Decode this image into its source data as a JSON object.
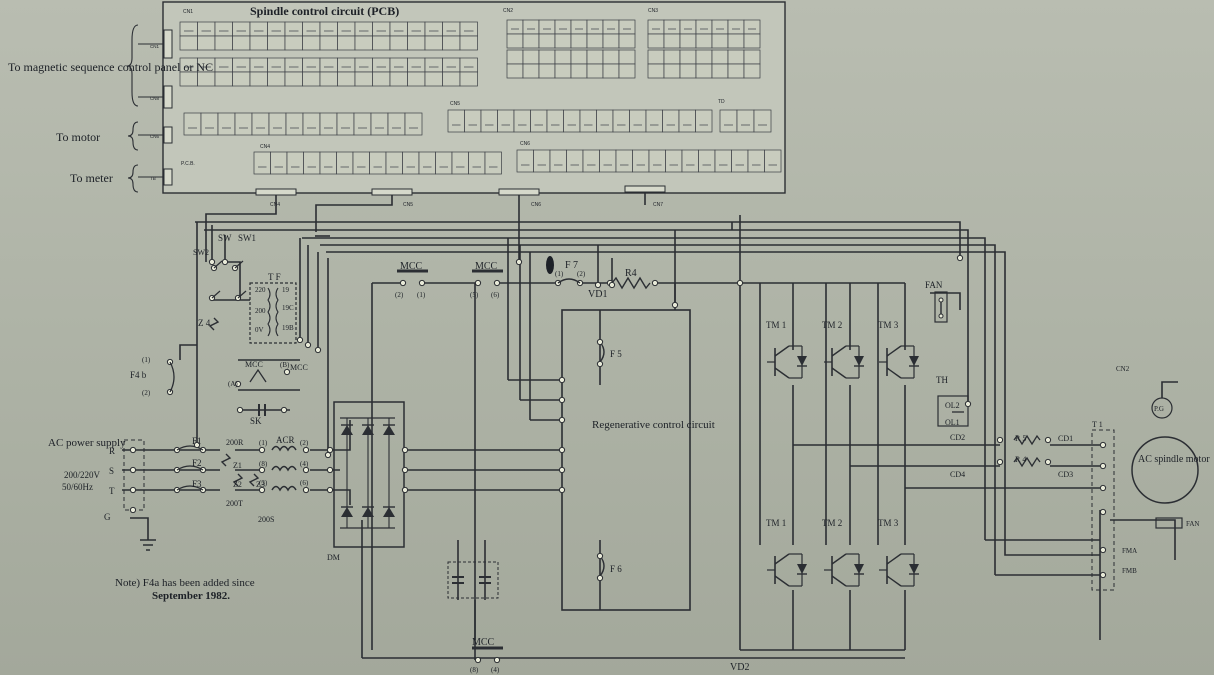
{
  "pcb": {
    "title": "Spindle control circuit (PCB)",
    "connectors": [
      "CN1",
      "CN2",
      "CN3",
      "CN4",
      "CN5",
      "CN6",
      "CN7",
      "CN8",
      "TB",
      "TD",
      "P.C.B."
    ]
  },
  "left_labels": {
    "magnetic": "To magnetic sequence control panel or NC",
    "motor": "To motor",
    "meter": "To meter"
  },
  "cable_labels": [
    "CN4",
    "CN5",
    "CN6",
    "CN7"
  ],
  "components": {
    "mcc": "MCC",
    "f7": "F 7",
    "r4": "R4",
    "vd1": "VD1",
    "vd2": "VD2",
    "fan": "FAN",
    "th": "TH",
    "ol2": "OL2",
    "ol1": "OL1",
    "cd1": "CD1",
    "cd2": "CD2",
    "cd3": "CD3",
    "cd4": "CD4",
    "r5": "R 5",
    "r4b": "R 4",
    "tf": "T F",
    "sw": "SW",
    "sw1": "SW1",
    "sw2": "SW2",
    "z4": "Z 4",
    "f4b": "F4 b",
    "sk": "SK",
    "mcc_a": "(A)",
    "mcc_b": "(B)",
    "acr": "ACR",
    "f1": "F1",
    "f2": "F2",
    "f3": "F3",
    "z1": "Z1",
    "z2": "Z2",
    "z3": "Z3",
    "r200": "200R",
    "t200": "200T",
    "s200": "200S",
    "dm": "DM",
    "f5": "F 5",
    "f6": "F 6",
    "regen": "Regenerative control circuit",
    "tm": [
      "TM 1",
      "TM 2",
      "TM 3"
    ],
    "t1": "T 1",
    "cn2": "CN2",
    "pg": "P.G",
    "motor": "AC spindle motor",
    "fan2": "FAN",
    "fma": "FMA",
    "fmb": "FMB"
  },
  "power": {
    "label": "AC power supply",
    "voltage": "200/220V",
    "freq": "50/60Hz",
    "phases": [
      "R",
      "S",
      "T",
      "G"
    ]
  },
  "note": {
    "line1": "Note) F4a has been added since",
    "line2": "September 1982."
  },
  "tf_taps": [
    "220",
    "200",
    "0V",
    "19",
    "19C",
    "19B"
  ],
  "terminal_nums": [
    "(1)",
    "(2)",
    "(3)",
    "(4)",
    "(5)",
    "(6)",
    "(8)"
  ]
}
